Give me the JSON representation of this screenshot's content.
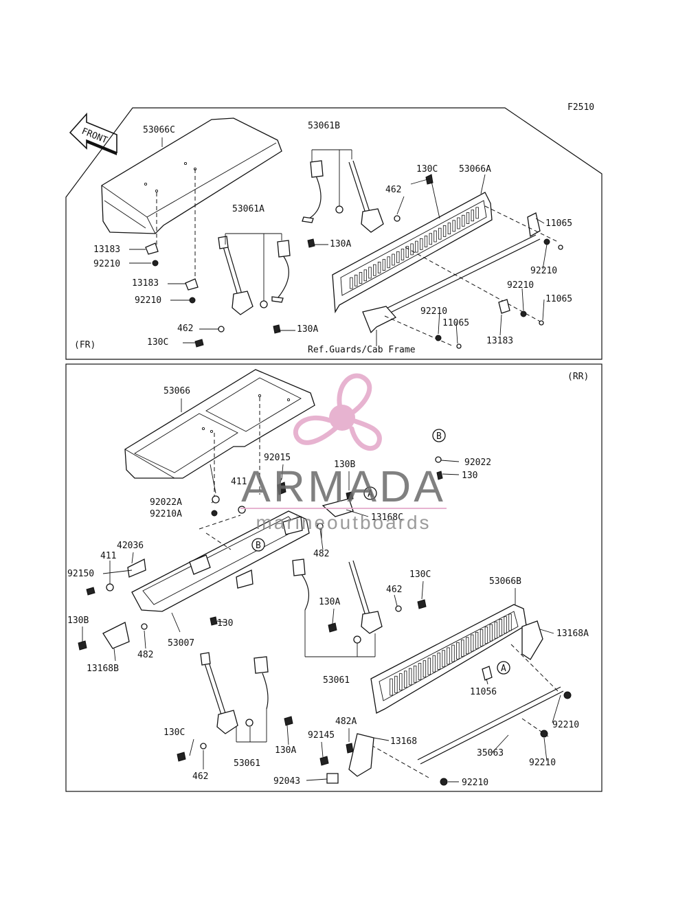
{
  "figure_code": "F2510",
  "front_label": "FRONT",
  "sections": {
    "front": {
      "tag": "(FR)",
      "note": "Ref.Guards/Cab Frame"
    },
    "rear": {
      "tag": "(RR)"
    }
  },
  "watermark": {
    "brand": "ARMADA",
    "tagline": "marineoutboards",
    "color": "#e3a6c8"
  },
  "fr_labels": [
    "53066C",
    "53061B",
    "130C",
    "53066A",
    "462",
    "11065",
    "53061A",
    "130A",
    "92210",
    "13183",
    "92210",
    "13183",
    "92210",
    "92210",
    "11065",
    "462",
    "130A",
    "92210",
    "11065",
    "130C",
    "13183"
  ],
  "rr_labels": [
    "53066",
    "92015",
    "130B",
    "92022",
    "130",
    "411",
    "92022A",
    "92210A",
    "13168C",
    "482",
    "42036",
    "411",
    "92150",
    "130C",
    "53066B",
    "130A",
    "462",
    "130B",
    "53007",
    "130",
    "482",
    "13168A",
    "13168B",
    "53061",
    "11056",
    "482A",
    "130C",
    "92145",
    "13168",
    "92210",
    "35063",
    "130A",
    "462",
    "53061",
    "92210",
    "92043",
    "92210"
  ],
  "ref_markers": [
    "A",
    "B",
    "B",
    "A"
  ]
}
